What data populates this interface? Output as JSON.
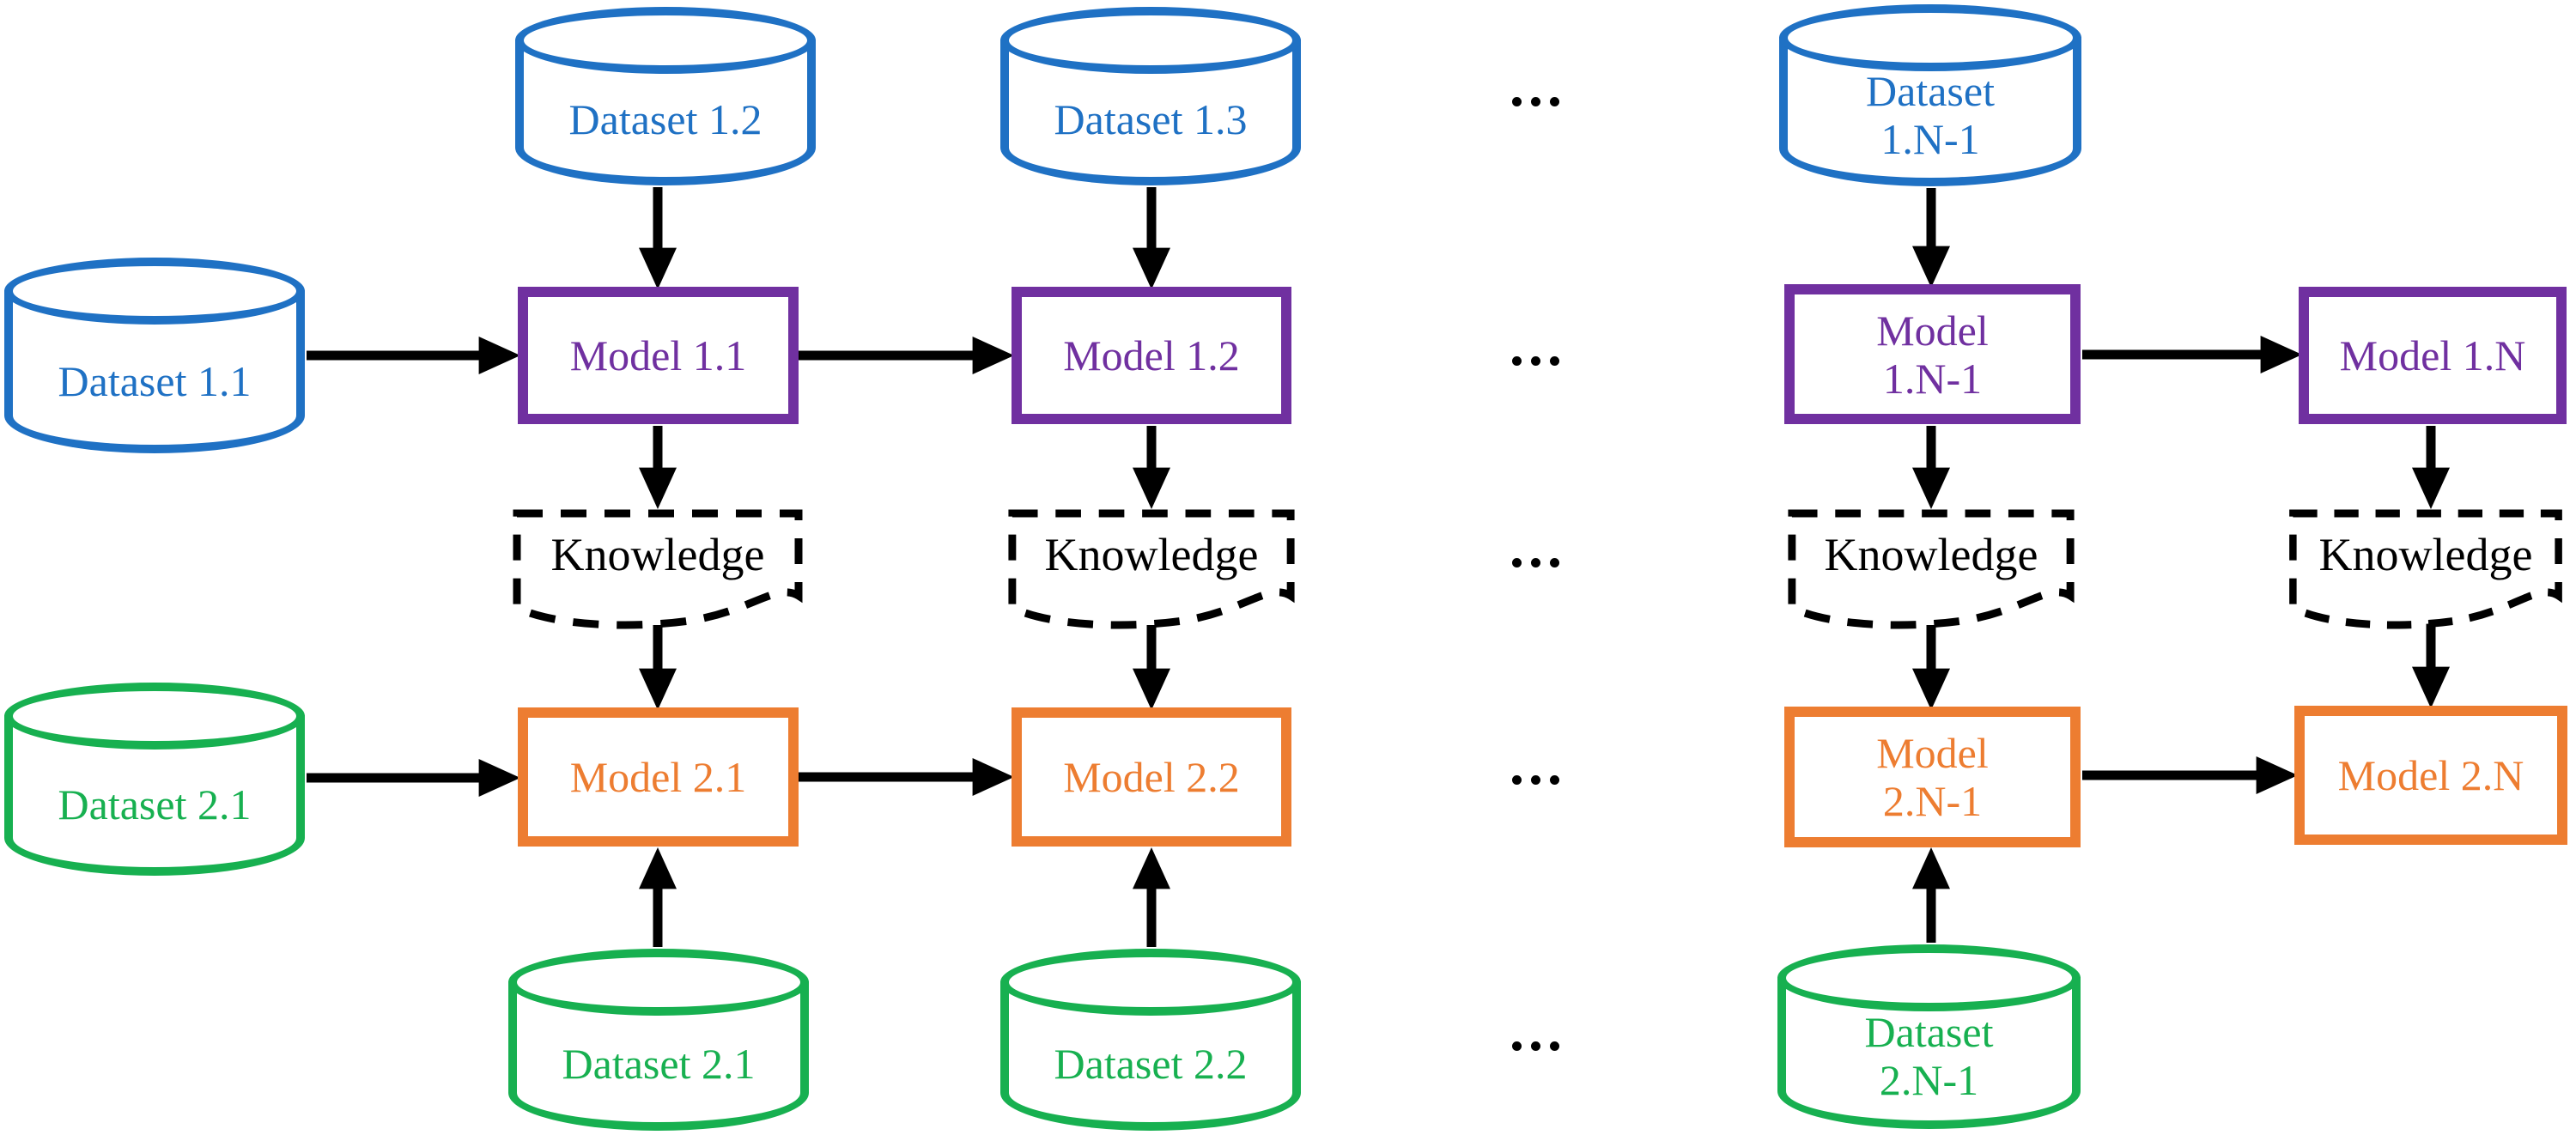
{
  "colors": {
    "blue": "#1f71c4",
    "green": "#17b050",
    "purple": "#7030a0",
    "orange": "#ed7d31",
    "arrow": "#000000"
  },
  "ellipsis": "...",
  "nodes": {
    "dataset11": {
      "label": "Dataset 1.1"
    },
    "dataset12": {
      "label": "Dataset 1.2"
    },
    "dataset13": {
      "label": "Dataset 1.3"
    },
    "dataset1n1": {
      "line1": "Dataset",
      "line2": "1.N-1"
    },
    "model11": {
      "label": "Model 1.1"
    },
    "model12": {
      "label": "Model 1.2"
    },
    "model1n1": {
      "line1": "Model",
      "line2": "1.N-1"
    },
    "model1n": {
      "label": "Model 1.N"
    },
    "knowledge": {
      "label": "Knowledge"
    },
    "model21": {
      "label": "Model 2.1"
    },
    "model22": {
      "label": "Model 2.2"
    },
    "model2n1": {
      "line1": "Model",
      "line2": "2.N-1"
    },
    "model2n": {
      "label": "Model 2.N"
    },
    "dataset21left": {
      "label": "Dataset 2.1"
    },
    "dataset21": {
      "label": "Dataset 2.1"
    },
    "dataset22": {
      "label": "Dataset 2.2"
    },
    "dataset2n1": {
      "line1": "Dataset",
      "line2": "2.N-1"
    }
  }
}
